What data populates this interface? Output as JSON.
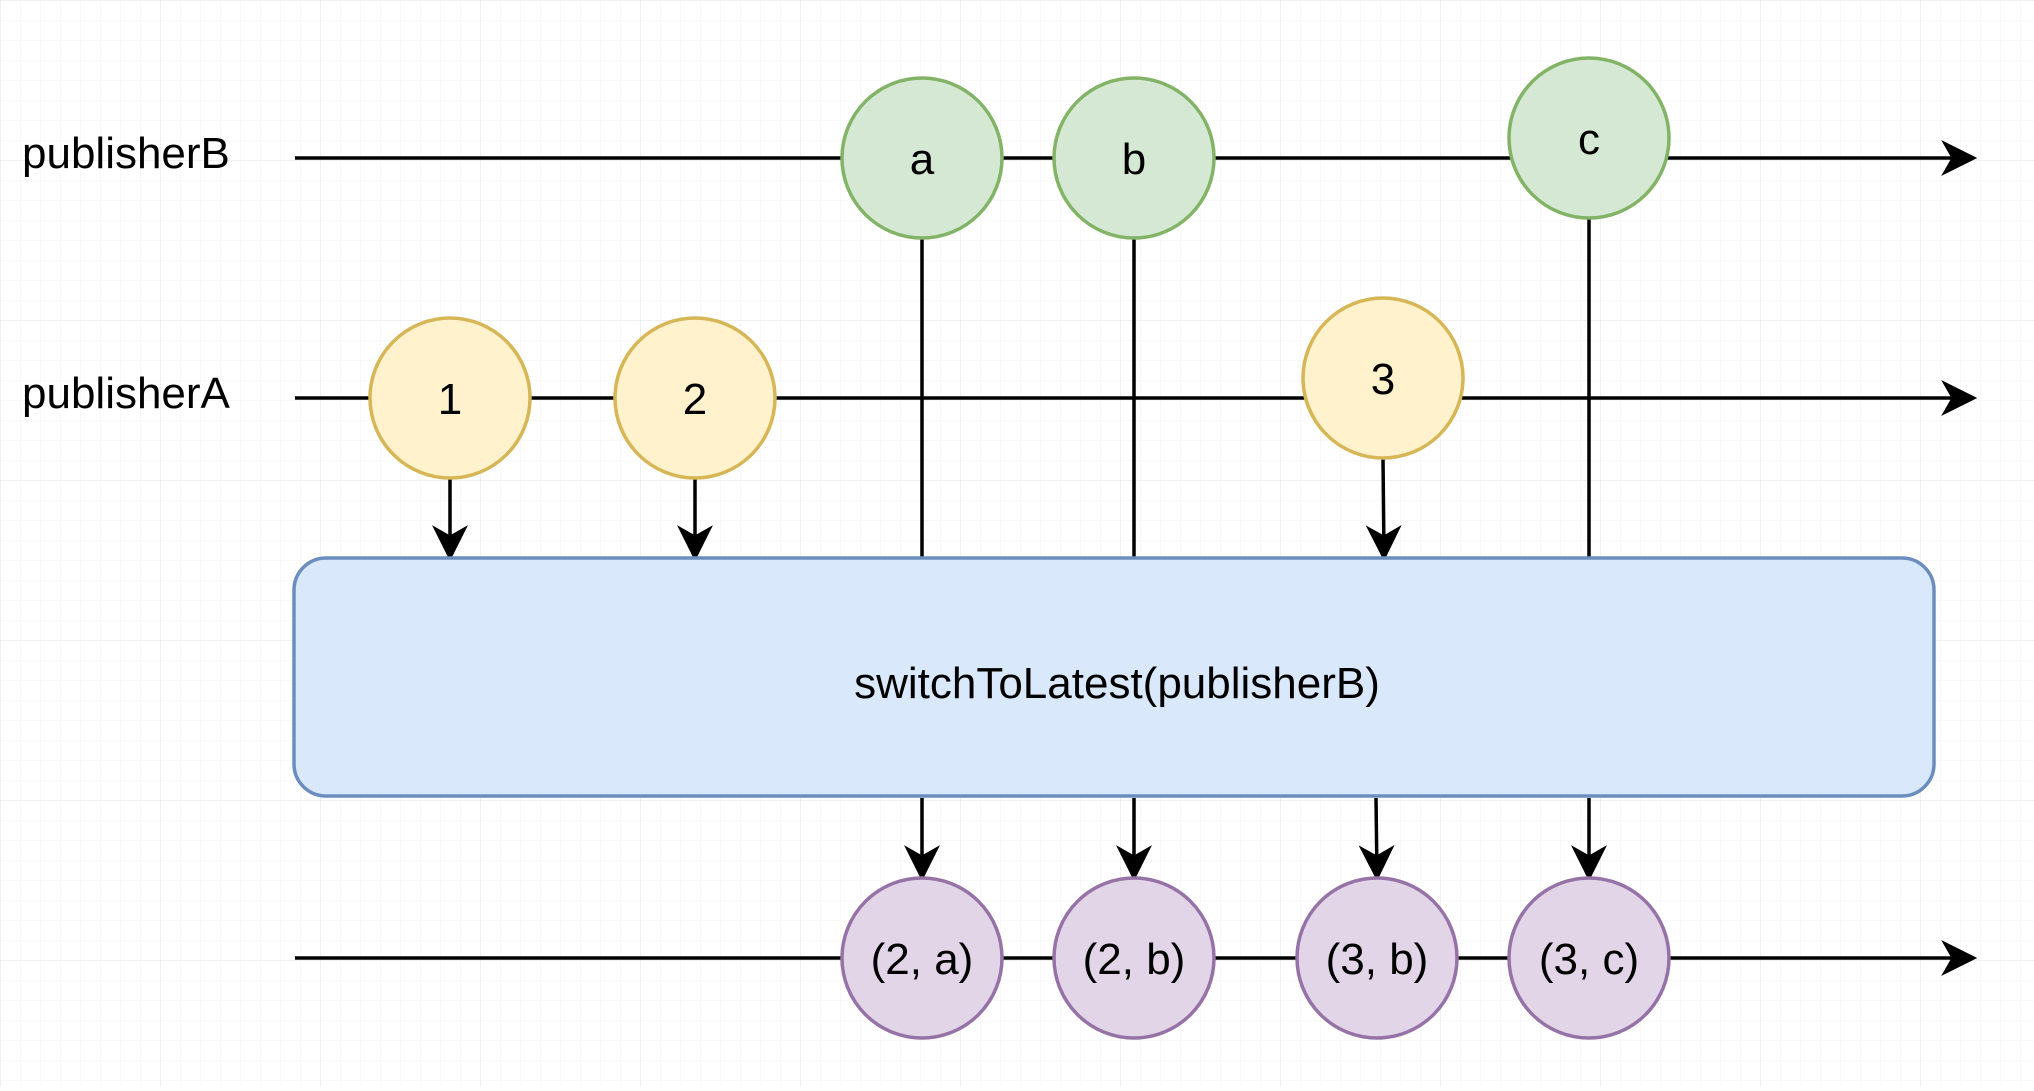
{
  "diagram": {
    "colors": {
      "background": "#ffffff",
      "grid": "#e6e6e6",
      "line": "#000000",
      "operator_fill": "#dae8fc",
      "operator_stroke": "#6c8ebf",
      "publisherA_fill": "#fff2cc",
      "publisherA_stroke": "#d6b656",
      "publisherB_fill": "#d5e8d4",
      "publisherB_stroke": "#82b366",
      "output_fill": "#e1d5e7",
      "output_stroke": "#9673a6"
    },
    "publisherB": {
      "label": "publisherB",
      "events": [
        "a",
        "b",
        "c"
      ]
    },
    "publisherA": {
      "label": "publisherA",
      "events": [
        "1",
        "2",
        "3"
      ]
    },
    "operator": {
      "label": "switchToLatest(publisherB)"
    },
    "output": {
      "events": [
        "(2, a)",
        "(2, b)",
        "(3, b)",
        "(3, c)"
      ]
    }
  }
}
